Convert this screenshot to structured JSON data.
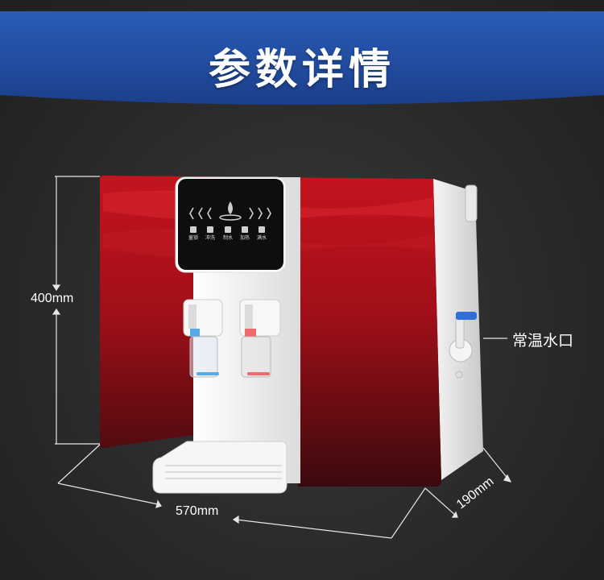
{
  "banner": {
    "title": "参数详情"
  },
  "dimensions": {
    "height": "400mm",
    "width": "570mm",
    "depth": "190mm"
  },
  "callout": {
    "room_temp_outlet": "常温水口"
  },
  "panel": {
    "button_labels": [
      "童锁",
      "冲洗",
      "制水",
      "加热",
      "满水"
    ]
  },
  "colors": {
    "banner_blue": "#1f4fa3",
    "body_red": "#b3121b",
    "shell_white": "#f2f2f2"
  }
}
